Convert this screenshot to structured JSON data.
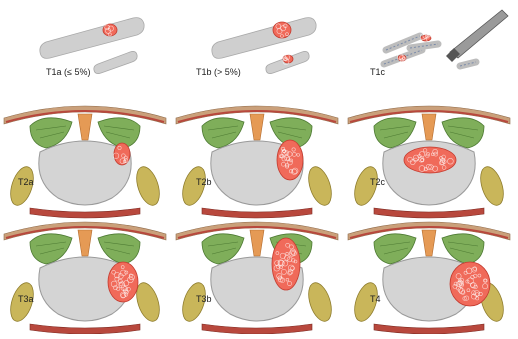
{
  "panels": [
    {
      "id": "t1a",
      "label": "T1a (≤ 5%)",
      "kind": "chips"
    },
    {
      "id": "t1b",
      "label": "T1b (> 5%)",
      "kind": "chips"
    },
    {
      "id": "t1c",
      "label": "T1c",
      "kind": "biopsy"
    },
    {
      "id": "t2a",
      "label": "T2a",
      "kind": "gland"
    },
    {
      "id": "t2b",
      "label": "T2b",
      "kind": "gland"
    },
    {
      "id": "t2c",
      "label": "T2c",
      "kind": "gland"
    },
    {
      "id": "t3a",
      "label": "T3a",
      "kind": "gland"
    },
    {
      "id": "t3b",
      "label": "T3b",
      "kind": "gland"
    },
    {
      "id": "t4",
      "label": "T4",
      "kind": "gland"
    }
  ],
  "colors": {
    "tissue_gray": "#cfcfcf",
    "tumor_red": "#f06a5a",
    "tumor_edge": "#c33a2e",
    "gland_gray": "#d4d4d4",
    "seminal_green": "#7fae5a",
    "vessel_red": "#b8483d",
    "urethra_orange": "#e59a55",
    "muscle_khaki": "#c9b65a"
  }
}
